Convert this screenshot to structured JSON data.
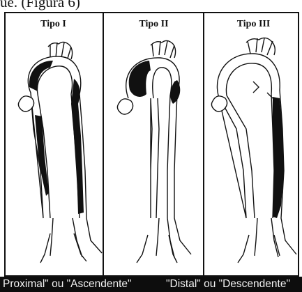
{
  "page": {
    "cut_off_caption": "ue. (Figura 6)"
  },
  "figure": {
    "panels": [
      {
        "id": "tipo-1",
        "title": "Tipo I"
      },
      {
        "id": "tipo-2",
        "title": "Tipo II"
      },
      {
        "id": "tipo-3",
        "title": "Tipo III"
      }
    ],
    "bottom_labels": {
      "proximal": "Proximal\" ou \"Ascendente\"",
      "distal": "\"Distal\" ou \"Descendente\""
    }
  },
  "colors": {
    "ink": "#111111",
    "paper": "#ffffff",
    "caption_bar": "#0d0d0d",
    "caption_text": "#f2f2f2"
  }
}
